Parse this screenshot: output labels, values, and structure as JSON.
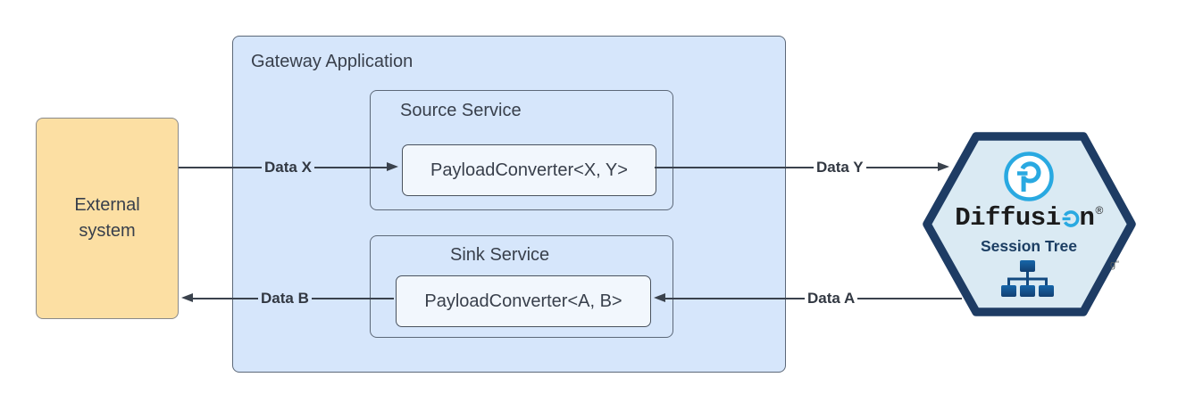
{
  "colors": {
    "gateway-fill": "#d6e6fb",
    "box-stroke": "#5c6878",
    "converter-fill": "#f2f7fd",
    "converter-stroke": "#49525e",
    "external-fill": "#fcdfa3",
    "external-stroke": "#898989",
    "arrow": "#3a424d",
    "text": "#383f4b",
    "hex-fill": "#daeaf3",
    "hex-stroke": "#1e3c64",
    "brand-blue": "#29a9e1",
    "brand-ink": "#1b1b1b",
    "navy": "#1c3e63"
  },
  "external_system": {
    "label": "External\nsystem"
  },
  "gateway": {
    "title": "Gateway Application",
    "source_service": {
      "title": "Source Service",
      "converter_label": "PayloadConverter<X, Y>"
    },
    "sink_service": {
      "title": "Sink Service",
      "converter_label": "PayloadConverter<A, B>"
    }
  },
  "flows": {
    "data_x": {
      "label": "Data X"
    },
    "data_y": {
      "label": "Data Y"
    },
    "data_a": {
      "label": "Data A"
    },
    "data_b": {
      "label": "Data B"
    }
  },
  "diffusion": {
    "wordmark_prefix": "Diffusi",
    "wordmark_suffix": "n",
    "registered_mark": "®",
    "subtitle": "Session Tree"
  },
  "artifact_text": "g\""
}
